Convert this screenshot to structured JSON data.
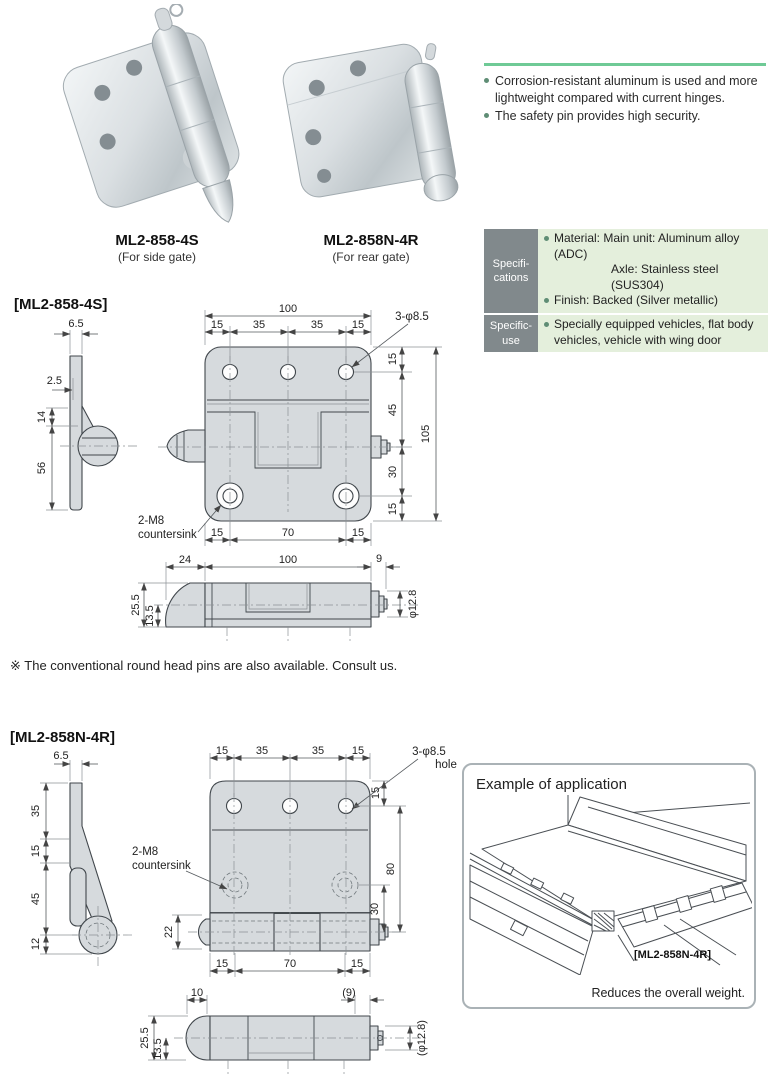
{
  "features": {
    "item1": "Corrosion-resistant aluminum is used and more lightweight compared with current hinges.",
    "item2": "The safety pin provides high security."
  },
  "products": {
    "p1": {
      "model": "ML2-858-4S",
      "usage": "(For side gate)"
    },
    "p2": {
      "model": "ML2-858N-4R",
      "usage": "(For rear gate)"
    }
  },
  "specs": {
    "row1": {
      "label1": "Specifi-",
      "label2": "cations",
      "line1": "Material: Main unit: Aluminum alloy (ADC)",
      "line2": "Axle: Stainless steel (SUS304)",
      "line3": "Finish: Backed (Silver metallic)"
    },
    "row2": {
      "label1": "Specific-",
      "label2": "use",
      "line1": "Specially equipped vehicles, flat body vehicles, vehicle with wing door"
    }
  },
  "d4s": {
    "title": "[ML2-858-4S]",
    "side": {
      "w": "6.5",
      "step": "2.5",
      "d14": "14",
      "d56": "56"
    },
    "front": {
      "w100": "100",
      "t0": "15",
      "t1": "35",
      "t2": "35",
      "t3": "15",
      "hole": "3-φ8.5",
      "r0": "15",
      "r1": "45",
      "r2": "30",
      "r3": "15",
      "h105": "105",
      "b0": "15",
      "b1": "70",
      "b2": "15",
      "cs1": "2-M8",
      "cs2": "countersink"
    },
    "bottom": {
      "s24": "24",
      "s100": "100",
      "s9": "9",
      "dia": "φ12.8",
      "h255": "25.5",
      "h135": "13.5"
    }
  },
  "note": "※ The conventional round head pins are also available. Consult us.",
  "d4r": {
    "title": "[ML2-858N-4R]",
    "side": {
      "w": "6.5",
      "d35": "35",
      "d15": "15",
      "d45": "45",
      "d12": "12"
    },
    "front": {
      "t0": "15",
      "t1": "35",
      "t2": "35",
      "t3": "15",
      "hole1": "3-φ8.5",
      "hole2": "hole",
      "r15": "15",
      "r80": "80",
      "r30": "30",
      "l22": "22",
      "b0": "15",
      "b1": "70",
      "b2": "15",
      "cs1": "2-M8",
      "cs2": "countersink"
    },
    "bottom": {
      "s10": "10",
      "s9": "(9)",
      "dia": "(φ12.8)",
      "h255": "25.5",
      "h135": "13.5"
    }
  },
  "application": {
    "title": "Example of application",
    "part_label": "[ML2-858N-4R]",
    "caption": "Reduces the overall weight."
  },
  "colors": {
    "accent_green": "#6fca96",
    "spec_label_bg": "#81898c",
    "spec_content_bg": "#e4efdc",
    "drawing_fill": "#d6dadd"
  }
}
